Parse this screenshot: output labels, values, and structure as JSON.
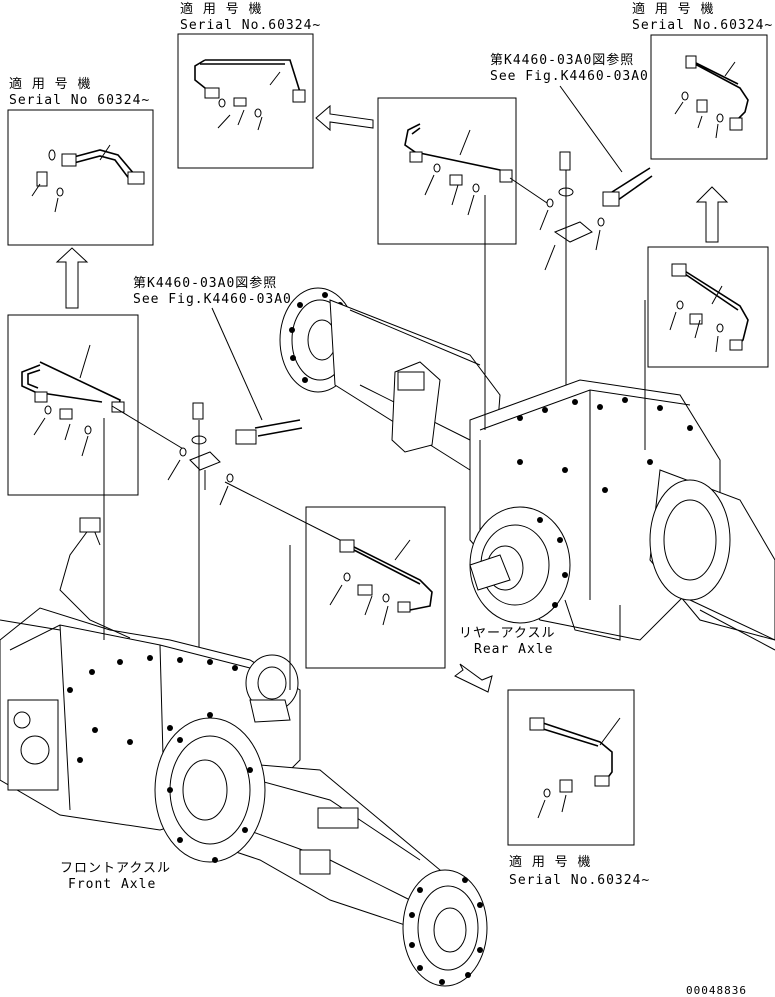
{
  "serial": {
    "jp": "適 用 号 機",
    "en": "Serial No.60324~",
    "en_alt": "Serial No 60324~"
  },
  "reference": {
    "jp": "第K4460-03A0図参照",
    "en": "See Fig.K4460-03A0"
  },
  "rear_axle": {
    "jp": "リヤーアクスル",
    "en": "Rear Axle"
  },
  "front_axle": {
    "jp": "フロントアクスル",
    "en": "Front Axle"
  },
  "drawing_number": "00048836"
}
